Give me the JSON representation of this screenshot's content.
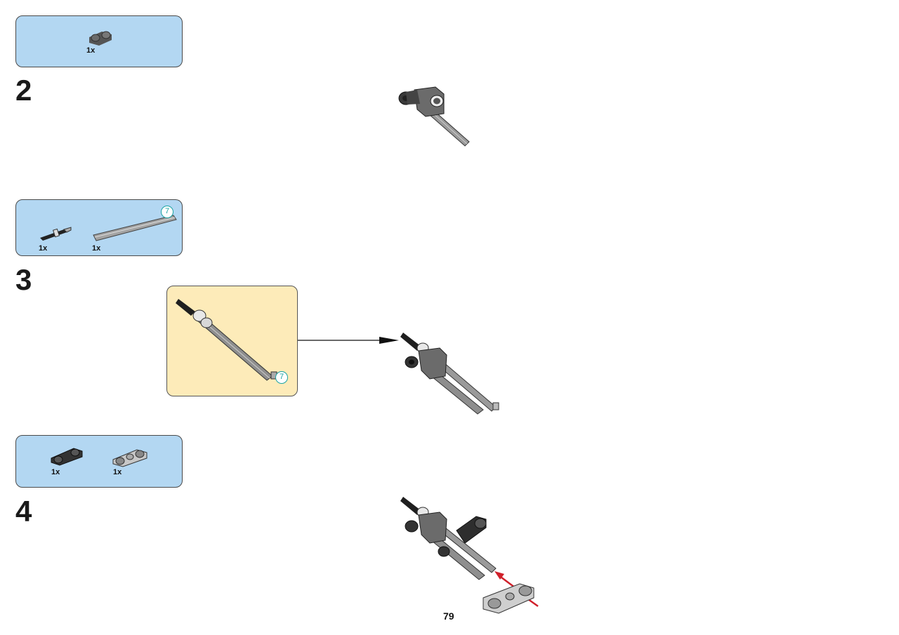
{
  "page_number": "79",
  "steps": [
    {
      "number": "2",
      "parts": [
        {
          "qty": "1x",
          "icon": "pin-connector-icon"
        }
      ]
    },
    {
      "number": "3",
      "parts": [
        {
          "qty": "1x",
          "icon": "axle-with-stop-icon"
        },
        {
          "qty": "1x",
          "icon": "axle-length-7-icon",
          "length": "7"
        }
      ],
      "subassembly": {
        "length": "7"
      }
    },
    {
      "number": "4",
      "parts": [
        {
          "qty": "1x",
          "icon": "dark-connector-icon"
        },
        {
          "qty": "1x",
          "icon": "light-connector-icon"
        }
      ]
    }
  ],
  "colors": {
    "parts_box": "#b3d7f2",
    "subassembly_box": "#fdebb9",
    "length_badge": "#1aa3a3",
    "insert_arrow": "#d0202a"
  }
}
